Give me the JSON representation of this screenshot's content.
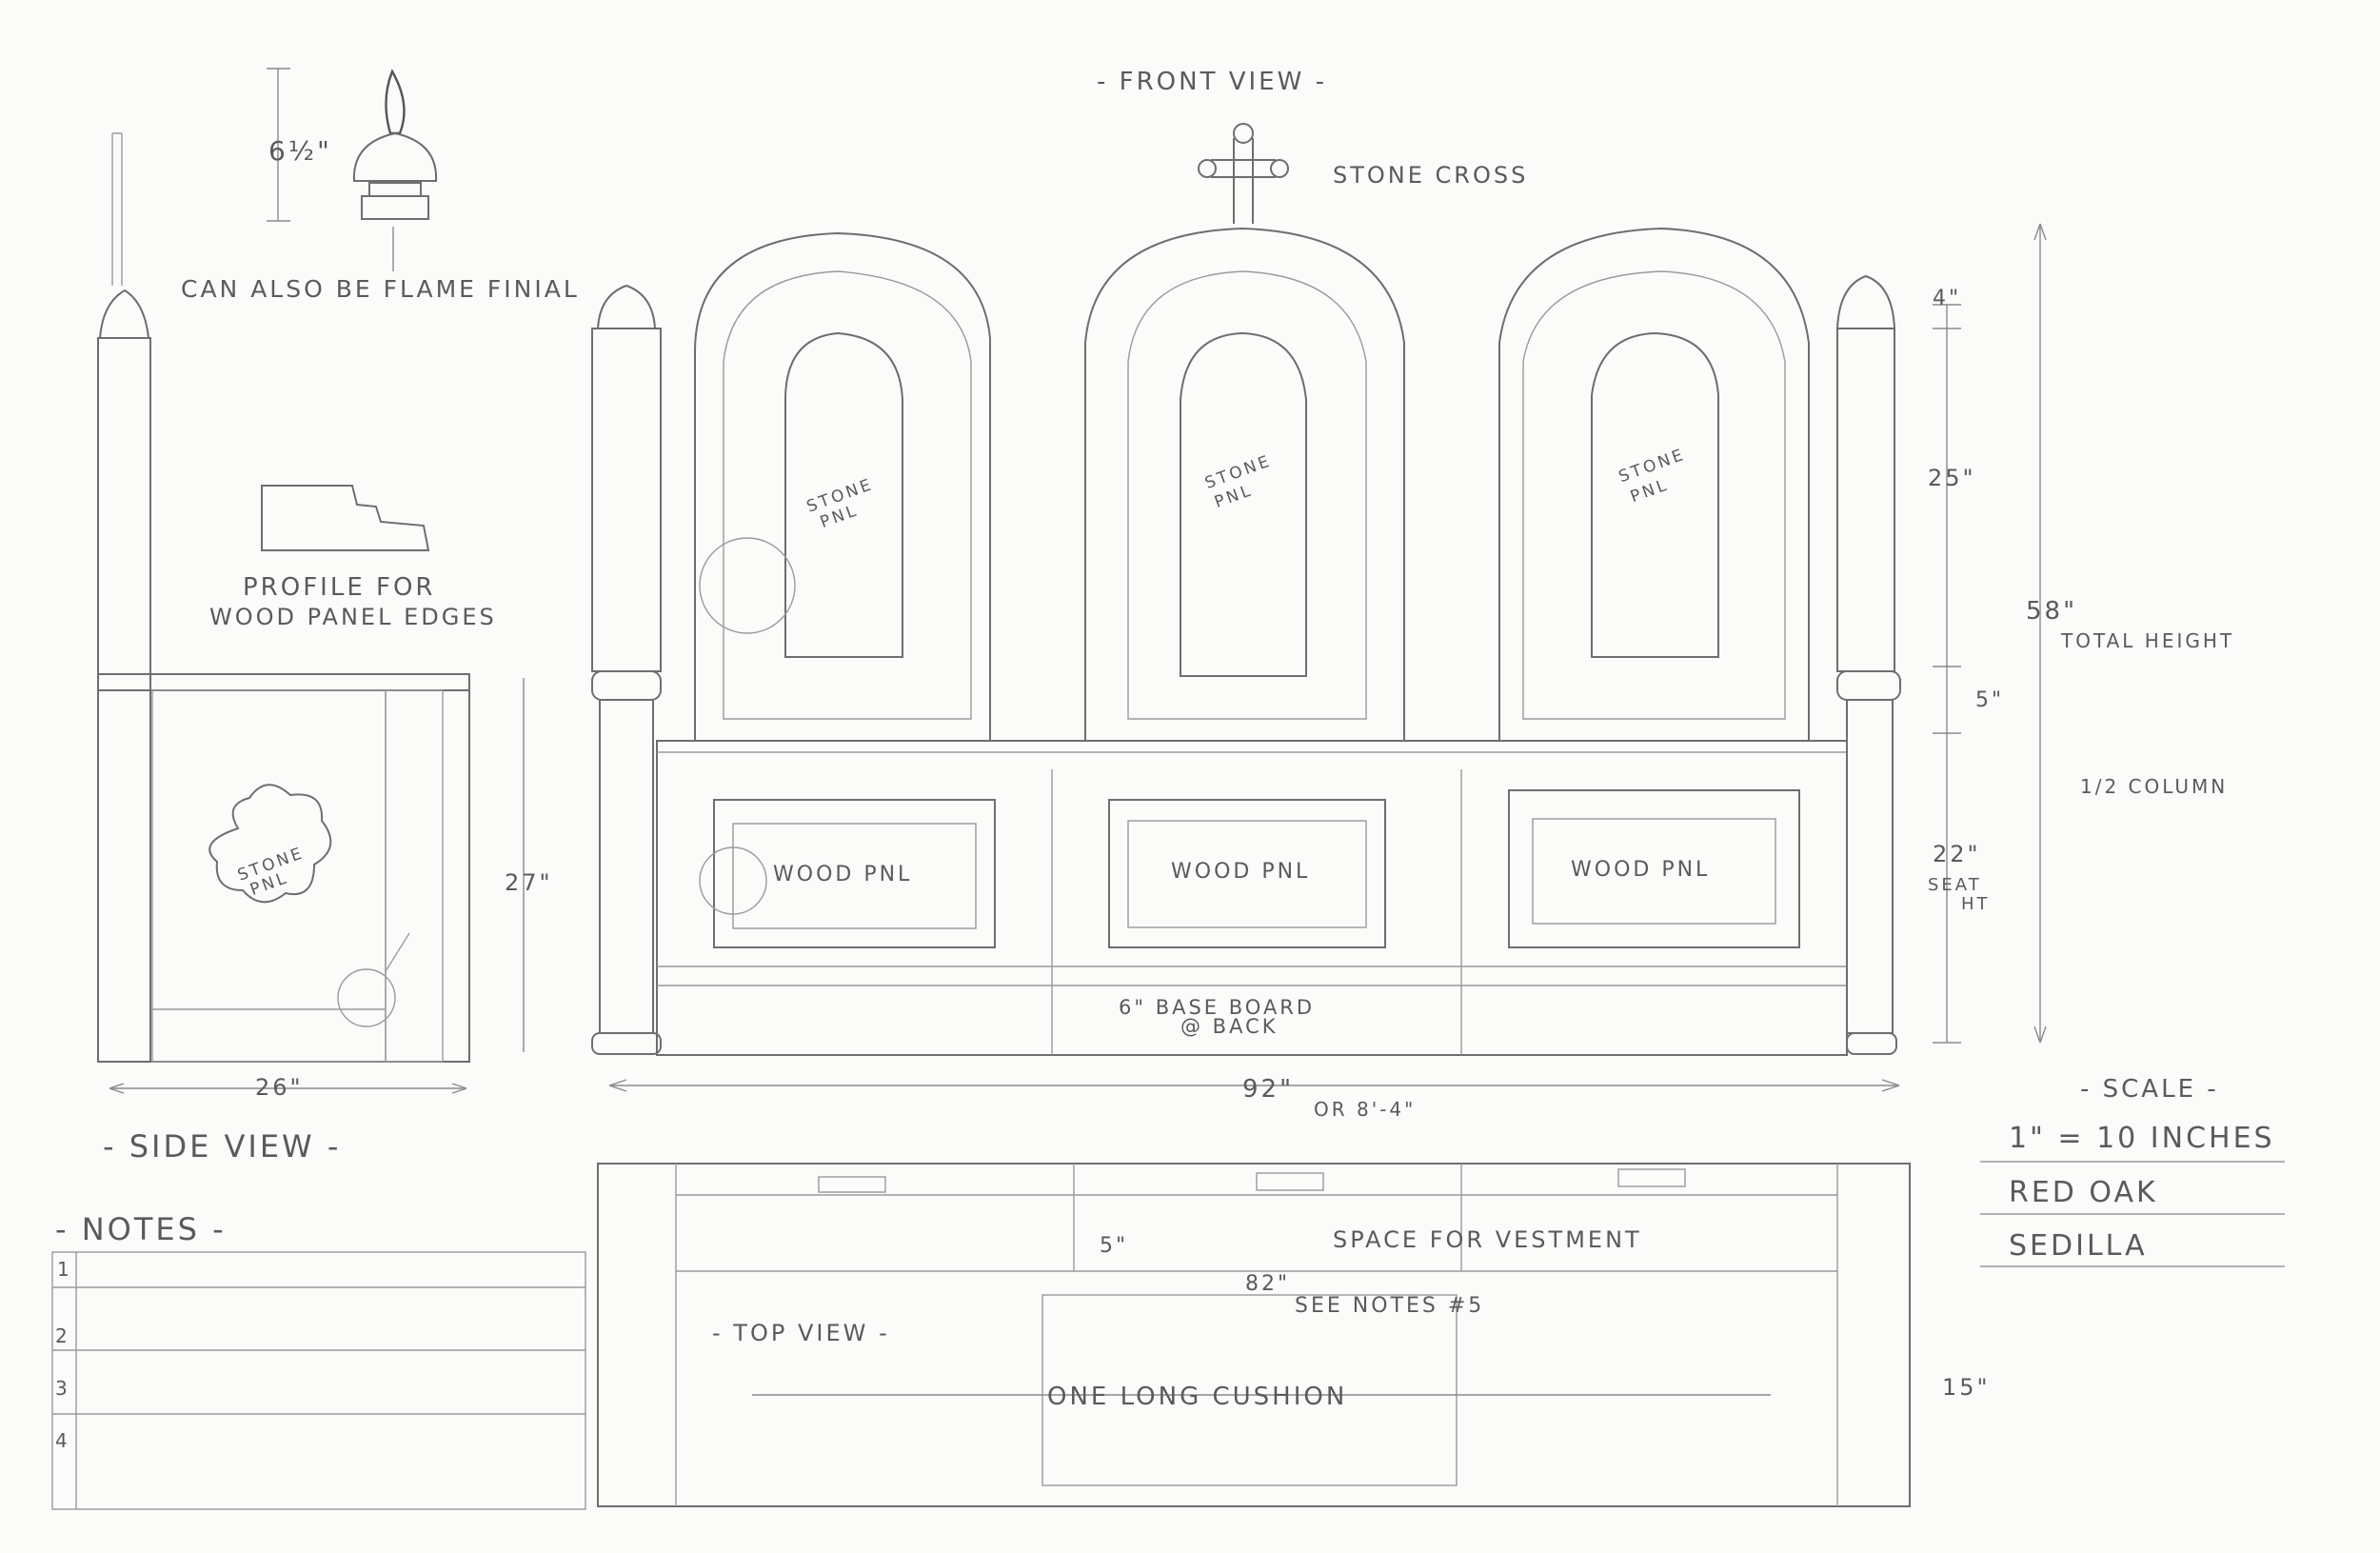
{
  "views": {
    "front": "- FRONT VIEW -",
    "side": "- SIDE VIEW -",
    "top": "- TOP VIEW -",
    "notes": "- NOTES -"
  },
  "labels": {
    "stone_cross": "STONE CROSS",
    "flame_final": "CAN ALSO BE FLAME FINIAL",
    "profile_1": "PROFILE FOR",
    "profile_2": "WOOD PANEL EDGES",
    "stone_pnl_a": "STONE",
    "stone_pnl_b": "PNL",
    "wood_pnl": "WOOD PNL",
    "baseboard_1": "6\" BASE BOARD",
    "baseboard_2": "@ BACK",
    "total_height": "TOTAL HEIGHT",
    "half_column": "1/2 COLUMN",
    "seat_ht_1": "SEAT",
    "seat_ht_2": "HT",
    "space_vestment": "SPACE FOR VESTMENT",
    "see_notes": "SEE NOTES #5",
    "cushion": "ONE LONG CUSHION"
  },
  "dimensions": {
    "finial": "6½\"",
    "cap": "4\"",
    "arch_panel": "25\"",
    "total": "58\"",
    "rail": "5\"",
    "seat": "22\"",
    "side_height": "27\"",
    "side_depth": "26\"",
    "width_in": "92\"",
    "width_ft": "OR 8'-4\"",
    "top_depth": "5\"",
    "top_inner": "82\"",
    "top_side": "15\""
  },
  "title_block": {
    "heading": "- SCALE -",
    "scale": "1\" = 10 INCHES",
    "material": "RED OAK",
    "item": "SEDILLA"
  },
  "notes_numbers": [
    "1",
    "2",
    "3",
    "4"
  ]
}
